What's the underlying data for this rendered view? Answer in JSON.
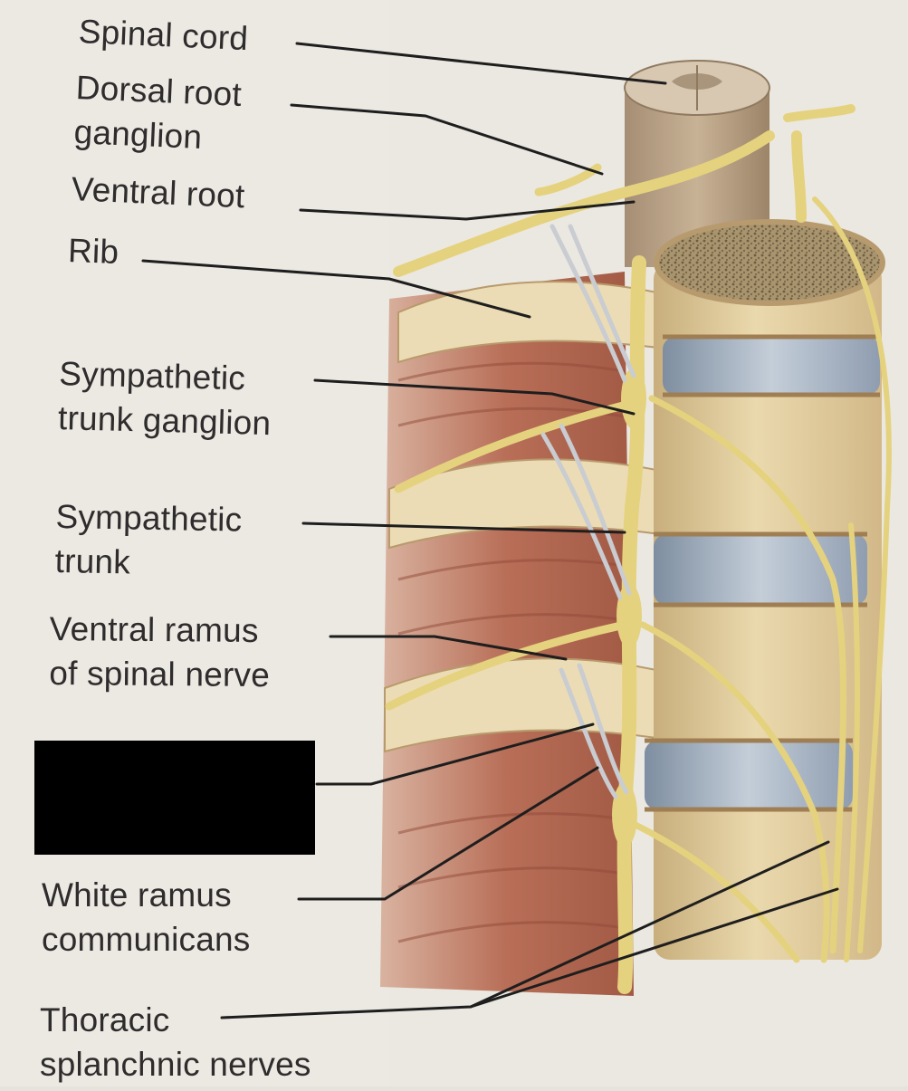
{
  "figure": {
    "labels": [
      {
        "id": "spinal-cord",
        "lines": [
          "Spinal cord"
        ]
      },
      {
        "id": "dorsal-root-ganglion",
        "lines": [
          "Dorsal root",
          "ganglion"
        ]
      },
      {
        "id": "ventral-root",
        "lines": [
          "Ventral root"
        ]
      },
      {
        "id": "rib",
        "lines": [
          "Rib"
        ]
      },
      {
        "id": "sympathetic-trunk-ganglion",
        "lines": [
          "Sympathetic",
          "trunk ganglion"
        ]
      },
      {
        "id": "sympathetic-trunk",
        "lines": [
          "Sympathetic",
          "trunk"
        ]
      },
      {
        "id": "ventral-ramus",
        "lines": [
          "Ventral ramus",
          "of spinal nerve"
        ]
      },
      {
        "id": "white-ramus",
        "lines": [
          "White ramus",
          "communicans"
        ]
      },
      {
        "id": "thoracic-splanchnic",
        "lines": [
          "Thoracic",
          "splanchnic nerves"
        ]
      }
    ]
  },
  "colors": {
    "background": "#e6e3dc",
    "label_text": "#2e2c2c",
    "leader_line": "#1e1e1e",
    "bone": "#e8d6aa",
    "bone_shadow": "#c8ae7c",
    "disc": "#a7b5c4",
    "muscle": "#bd7a63",
    "nerve": "#e5d27e",
    "spinal_cord": "#bca68c",
    "mask": "#000000"
  }
}
